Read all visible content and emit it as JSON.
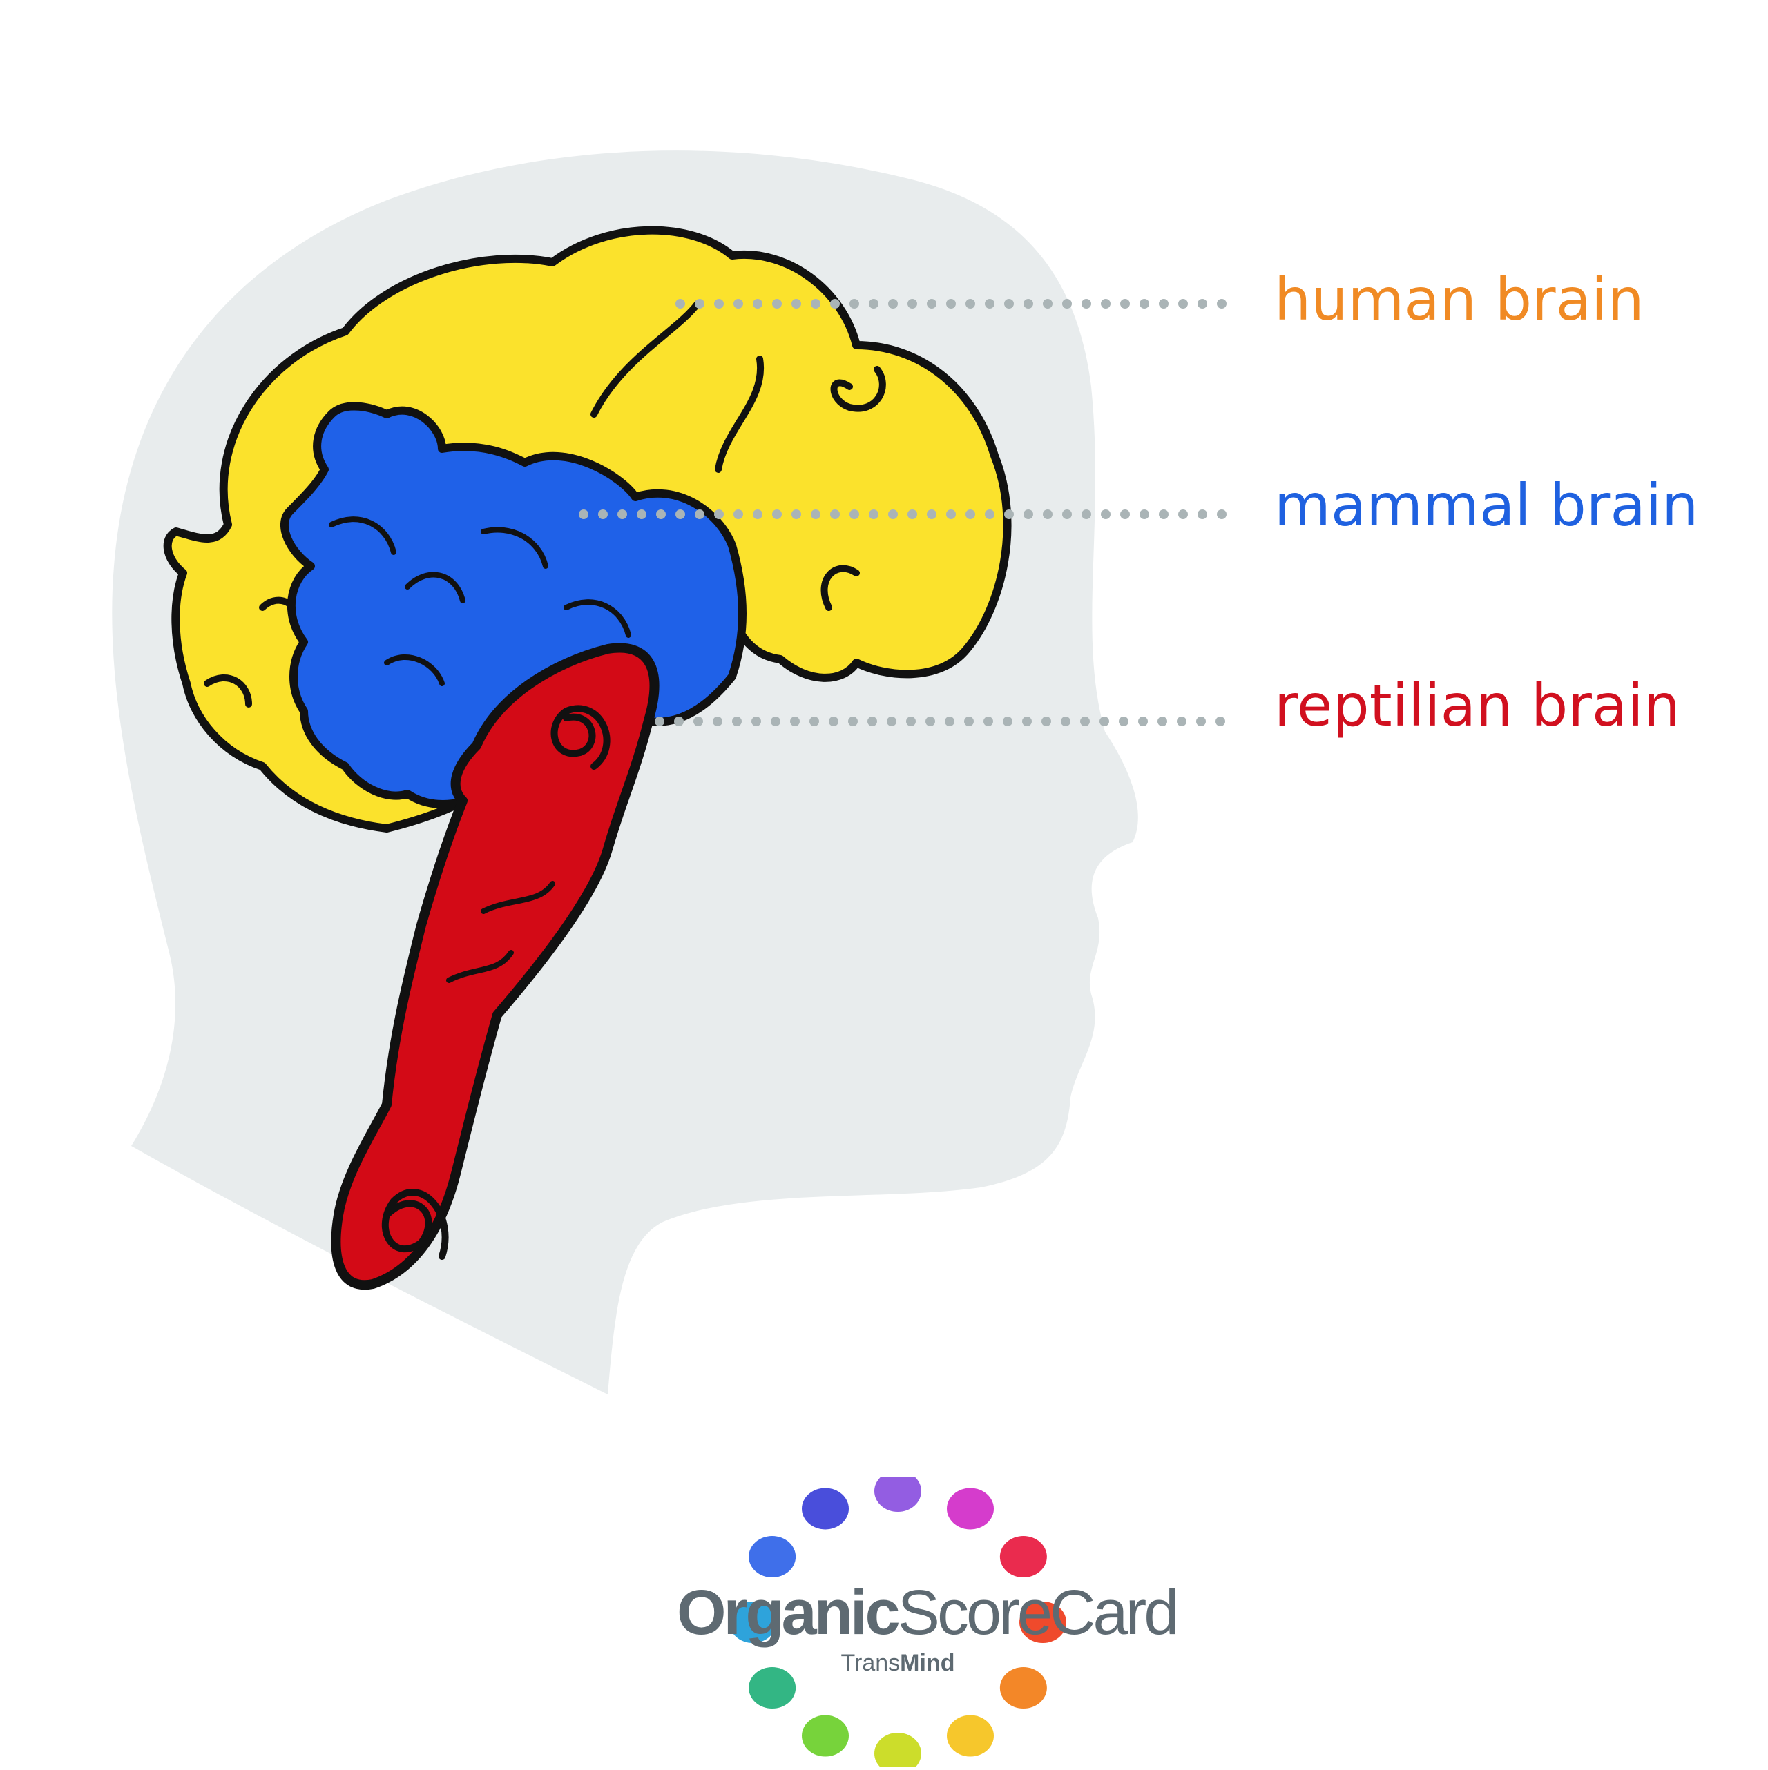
{
  "labels": {
    "human": "human brain",
    "mammal": "mammal brain",
    "reptilian": "reptilian brain"
  },
  "colors": {
    "human": "#f08a24",
    "mammal": "#1f61e0",
    "reptilian": "#d1101f",
    "human_fill": "#fbe22c",
    "mammal_fill": "#1f61e8",
    "reptilian_fill": "#d30a16",
    "head_silhouette": "#e8eced",
    "leader_dots": "#aab4b6"
  },
  "logo": {
    "brand_bold": "Organic",
    "brand_regular": "ScoreCard",
    "sub_regular": "Trans",
    "sub_bold": "Mind"
  }
}
